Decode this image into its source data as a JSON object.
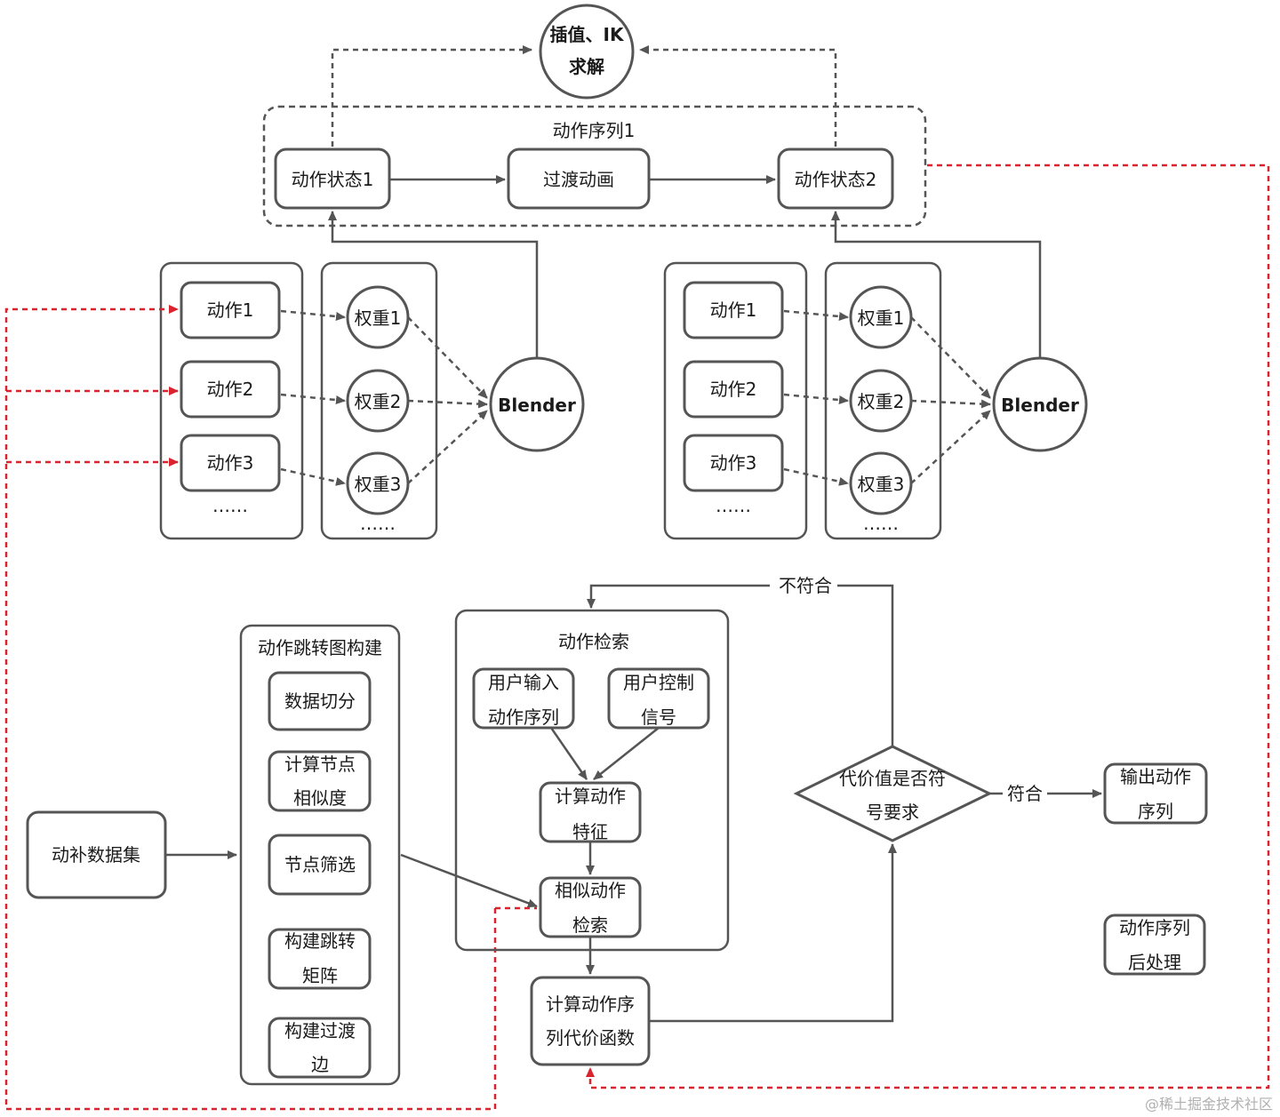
{
  "ik_node": {
    "line1": "插值、IK",
    "line2": "求解"
  },
  "sequence": {
    "label": "动作序列1",
    "state1": "动作状态1",
    "transition": "过渡动画",
    "state2": "动作状态2"
  },
  "blend_left": {
    "actions": [
      "动作1",
      "动作2",
      "动作3"
    ],
    "actions_more": "……",
    "weights": [
      "权重1",
      "权重2",
      "权重3"
    ],
    "weights_more": "……",
    "blender": "Blender"
  },
  "blend_right": {
    "actions": [
      "动作1",
      "动作2",
      "动作3"
    ],
    "actions_more": "……",
    "weights": [
      "权重1",
      "权重2",
      "权重3"
    ],
    "weights_more": "……",
    "blender": "Blender"
  },
  "dataset": "动补数据集",
  "graph_build": {
    "title": "动作跳转图构建",
    "steps": [
      [
        "数据切分"
      ],
      [
        "计算节点",
        "相似度"
      ],
      [
        "节点筛选"
      ],
      [
        "构建跳转",
        "矩阵"
      ],
      [
        "构建过渡",
        "边"
      ]
    ]
  },
  "retrieval": {
    "title": "动作检索",
    "user_input": [
      "用户输入",
      "动作序列"
    ],
    "user_control": [
      "用户控制",
      "信号"
    ],
    "compute_features": [
      "计算动作",
      "特征"
    ],
    "similar_search": [
      "相似动作",
      "检索"
    ]
  },
  "cost_function": [
    "计算动作序",
    "列代价函数"
  ],
  "decision": {
    "text": [
      "代价值是否符",
      "号要求"
    ],
    "no": "不符合",
    "yes": "符合"
  },
  "output": [
    "输出动作",
    "序列"
  ],
  "post_process": [
    "动作序列",
    "后处理"
  ],
  "watermark": "@稀土掘金技术社区",
  "colors": {
    "line": "#555555",
    "red_dash": "#d9232e"
  }
}
